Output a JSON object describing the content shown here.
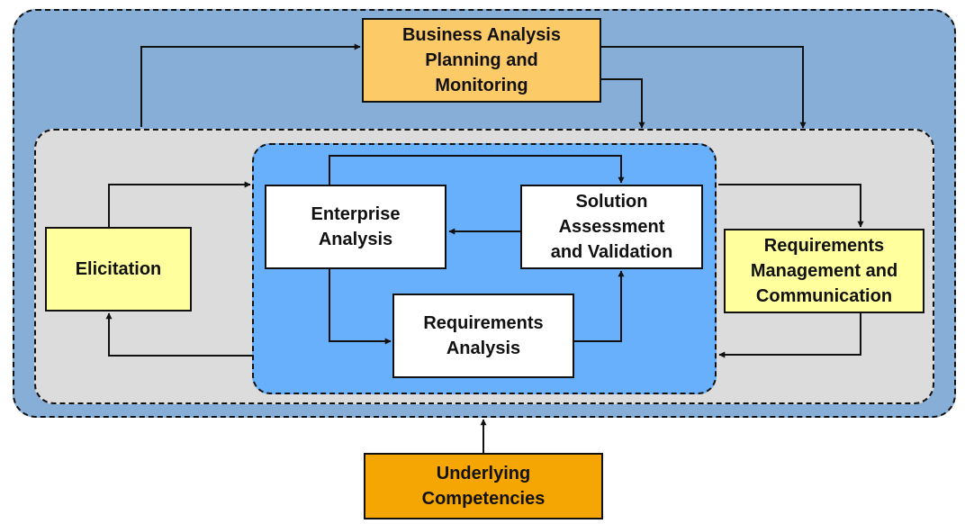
{
  "diagram": {
    "boxes": {
      "planning": "Business Analysis\nPlanning and\nMonitoring",
      "elicitation": "Elicitation",
      "enterprise": "Enterprise\nAnalysis",
      "solution": "Solution\nAssessment\nand Validation",
      "requirements_analysis": "Requirements\nAnalysis",
      "req_mgmt": "Requirements\nManagement and\nCommunication",
      "competencies": "Underlying\nCompetencies"
    },
    "colors": {
      "outer_region": "#86aed6",
      "middle_region": "#dcdcdc",
      "inner_region": "#68b0fb",
      "planning_box": "#fdca68",
      "knowledge_area_box": "#ffff9e",
      "task_box": "#ffffff",
      "competencies_box": "#f5a602",
      "line": "#111111"
    }
  }
}
